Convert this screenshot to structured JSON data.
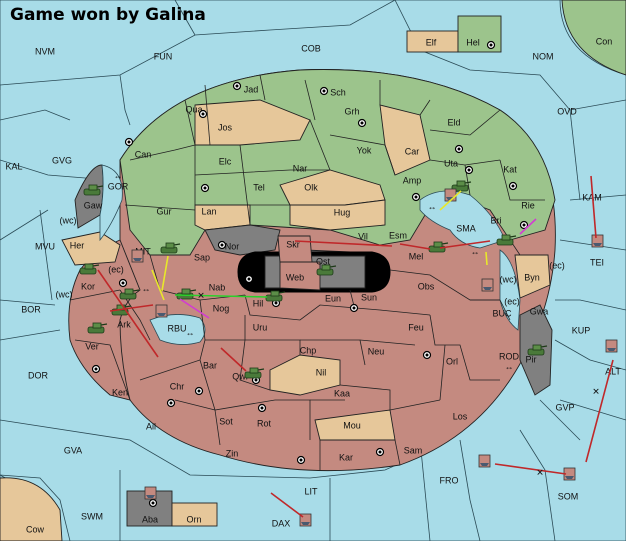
{
  "title": "Game won by Galina",
  "colors": {
    "green": "#9cc48c",
    "red": "#c48a80",
    "tan": "#e6c79a",
    "gray": "#808080",
    "sea": "#a8dce8"
  },
  "regions": {
    "sea": [
      "NVM",
      "FUN",
      "COB",
      "NOM",
      "Con",
      "OVD",
      "KAL",
      "GVG",
      "GOR",
      "KAM",
      "MVU",
      "MIT",
      "TEI",
      "BOR",
      "RBU",
      "KUP",
      "BUC",
      "DOR",
      "ROD",
      "ALT",
      "GVP",
      "GVA",
      "FRO",
      "SOM",
      "LIT",
      "SWM",
      "DAX",
      "Cow",
      "SMA"
    ],
    "green": [
      "Jad",
      "Sch",
      "Qua",
      "Can",
      "Grh",
      "Eld",
      "Elc",
      "Nar",
      "Yok",
      "Tel",
      "Uta",
      "Kat",
      "Gur",
      "Amp",
      "Gaw",
      "Rie",
      "Sap",
      "Hel"
    ],
    "tan": [
      "Jos",
      "Car",
      "Olk",
      "Lan",
      "Hug",
      "Her",
      "Byn",
      "Elf",
      "Orn"
    ],
    "red": [
      "Bri",
      "Vil",
      "Esm",
      "Skr",
      "Ost",
      "Web",
      "Mel",
      "Kor",
      "Eun",
      "Sun",
      "Obs",
      "Nab",
      "Hil",
      "Nog",
      "Ark",
      "Uru",
      "Feu",
      "Gwa",
      "Ver",
      "Chp",
      "Neu",
      "Orl",
      "Bar",
      "Qwi",
      "Nil",
      "Ken",
      "Chr",
      "Kaa",
      "Los",
      "Ail",
      "Sot",
      "Rot",
      "Mou",
      "Zin",
      "Kar",
      "Sam"
    ],
    "gray": [
      "Nor",
      "Pir",
      "Aba"
    ]
  },
  "coast_markers": [
    "(wc)",
    "(ec)",
    "(wc)",
    "(ec)",
    "(wc)",
    "(ec)"
  ]
}
